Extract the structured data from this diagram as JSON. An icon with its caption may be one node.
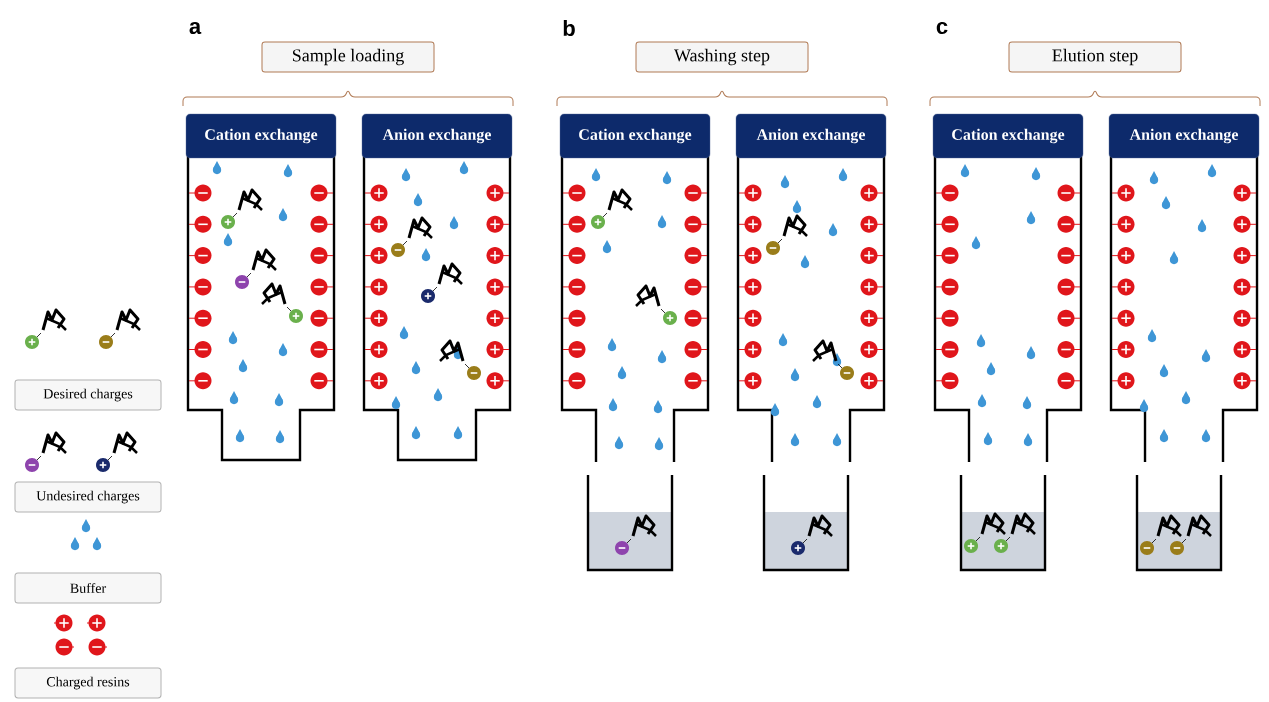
{
  "diagram": {
    "nodes": [
      {
        "text": [
          "Sample loading"
        ]
      },
      {
        "text": [
          "Cation exchange"
        ]
      },
      {
        "text": [
          "Anion exchange"
        ]
      },
      {
        "text": [
          "Washing step"
        ]
      },
      {
        "text": [
          "Cation exchange"
        ]
      },
      {
        "text": [
          "Anion exchange"
        ]
      },
      {
        "text": [
          "Elution step"
        ]
      },
      {
        "text": [
          "Cation exchange"
        ]
      },
      {
        "text": [
          "Anion exchange"
        ]
      }
    ],
    "labels": [
      "a",
      "b",
      "c"
    ],
    "legend": [
      {
        "text": "Desired charges"
      },
      {
        "text": "Undesired charges"
      },
      {
        "text": "Buffer"
      },
      {
        "text": "Charged resins"
      }
    ]
  }
}
